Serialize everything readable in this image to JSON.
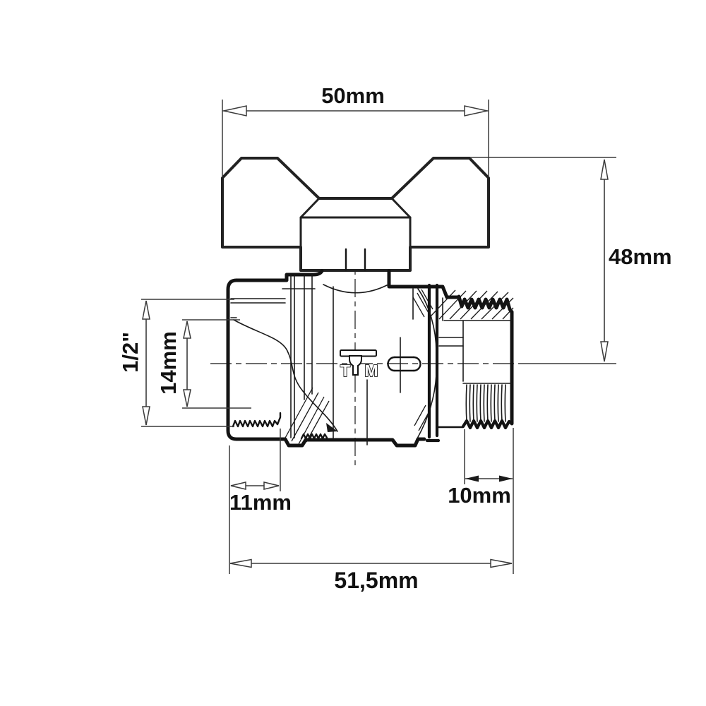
{
  "drawing": {
    "kind": "technical-drawing",
    "subject": "ball-valve-with-butterfly-handle",
    "background": "#ffffff",
    "line_color": "#131313",
    "dim_color": "#3a3a3a"
  },
  "logo": {
    "t": "T",
    "m": "M"
  },
  "dims": {
    "handle_width": {
      "label": "50mm"
    },
    "overall_height": {
      "label": "48mm"
    },
    "thread_size": {
      "label": "1/2\""
    },
    "thread_bore": {
      "label": "14mm"
    },
    "female_thread_length": {
      "label": "11mm"
    },
    "male_thread_length": {
      "label": "10mm"
    },
    "overall_length": {
      "label": "51,5mm"
    }
  }
}
